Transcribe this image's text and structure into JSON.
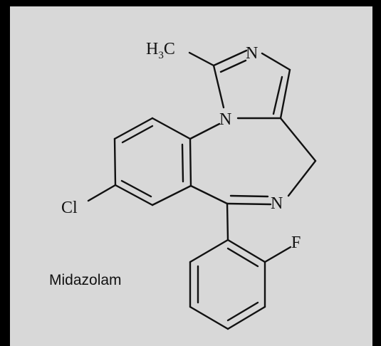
{
  "molecule": {
    "name": "Midazolam",
    "atoms": {
      "methyl_h": "H",
      "methyl_sub": "3",
      "methyl_c": "C",
      "imidazole_n_top": "N",
      "imidazole_n_bridge": "N",
      "diazepine_n": "N",
      "chlorine": "Cl",
      "fluorine": "F"
    }
  },
  "colors": {
    "background": "#d8d8d8",
    "frame": "#000000",
    "ink": "#111111"
  }
}
